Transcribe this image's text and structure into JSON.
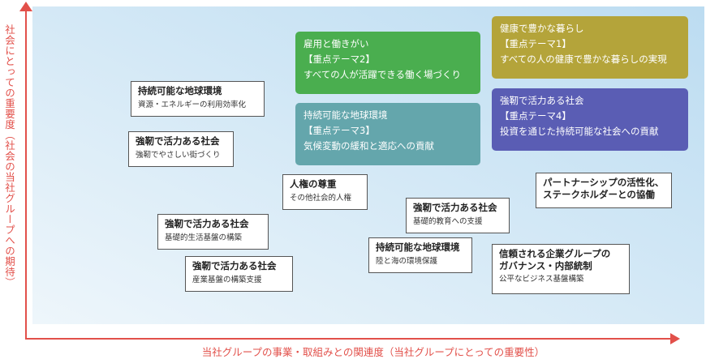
{
  "axes": {
    "y_label": "社会にとっての重要度（社会の当社グループへの期待）",
    "x_label": "当社グループの事業・取組みとの関連度（当社グループにとっての重要性）"
  },
  "colors": {
    "axis": "#e2504a",
    "green": "#4aae4f",
    "teal": "#64a6ac",
    "olive": "#b4a43a",
    "indigo": "#5a5db4"
  },
  "themes": [
    {
      "l1": "雇用と働きがい",
      "l2": "【重点テーマ2】",
      "l3": "すべての人が活躍できる働く場づくり"
    },
    {
      "l1": "健康で豊かな暮らし",
      "l2": "【重点テーマ1】",
      "l3": "すべての人の健康で豊かな暮らしの実現"
    },
    {
      "l1": "持続可能な地球環境",
      "l2": "【重点テーマ3】",
      "l3": "気候変動の緩和と適応への貢献"
    },
    {
      "l1": "強靭で活力ある社会",
      "l2": "【重点テーマ4】",
      "l3": "投資を通じた持続可能な社会への貢献"
    }
  ],
  "items": [
    {
      "title": "持続可能な地球環境",
      "sub": "資源・エネルギーの利用効率化"
    },
    {
      "title": "強靭で活力ある社会",
      "sub": "強靭でやさしい街づくり"
    },
    {
      "title": "人権の尊重",
      "sub": "その他社会的人権"
    },
    {
      "title": "パートナーシップの活性化、",
      "title2": "ステークホルダーとの協働"
    },
    {
      "title": "強靭で活力ある社会",
      "sub": "基礎的教育への支援"
    },
    {
      "title": "強靭で活力ある社会",
      "sub": "基礎的生活基盤の構築"
    },
    {
      "title": "持続可能な地球環境",
      "sub": "陸と海の環境保護"
    },
    {
      "title": "信頼される企業グループの",
      "title2": "ガバナンス・内部統制",
      "sub": "公平なビジネス基盤構築"
    },
    {
      "title": "強靭で活力ある社会",
      "sub": "産業基盤の構築支援"
    }
  ]
}
